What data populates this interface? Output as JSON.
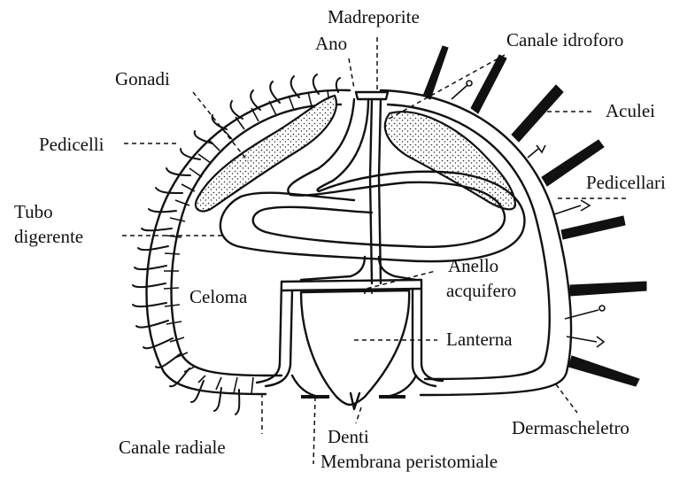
{
  "labels": {
    "madreporite": "Madreporite",
    "ano": "Ano",
    "canale_idroforo": "Canale idroforo",
    "gonadi": "Gonadi",
    "aculei": "Aculei",
    "pedicelli": "Pedicelli",
    "pedicellari": "Pedicellari",
    "tubo": "Tubo",
    "digerente": "digerente",
    "anello": "Anello",
    "acquifero": "acquifero",
    "celoma": "Celoma",
    "lanterna": "Lanterna",
    "dermascheletro": "Dermascheletro",
    "canale_radiale": "Canale radiale",
    "denti": "Denti",
    "membrana_peristomiale": "Membrana peristomiale"
  }
}
